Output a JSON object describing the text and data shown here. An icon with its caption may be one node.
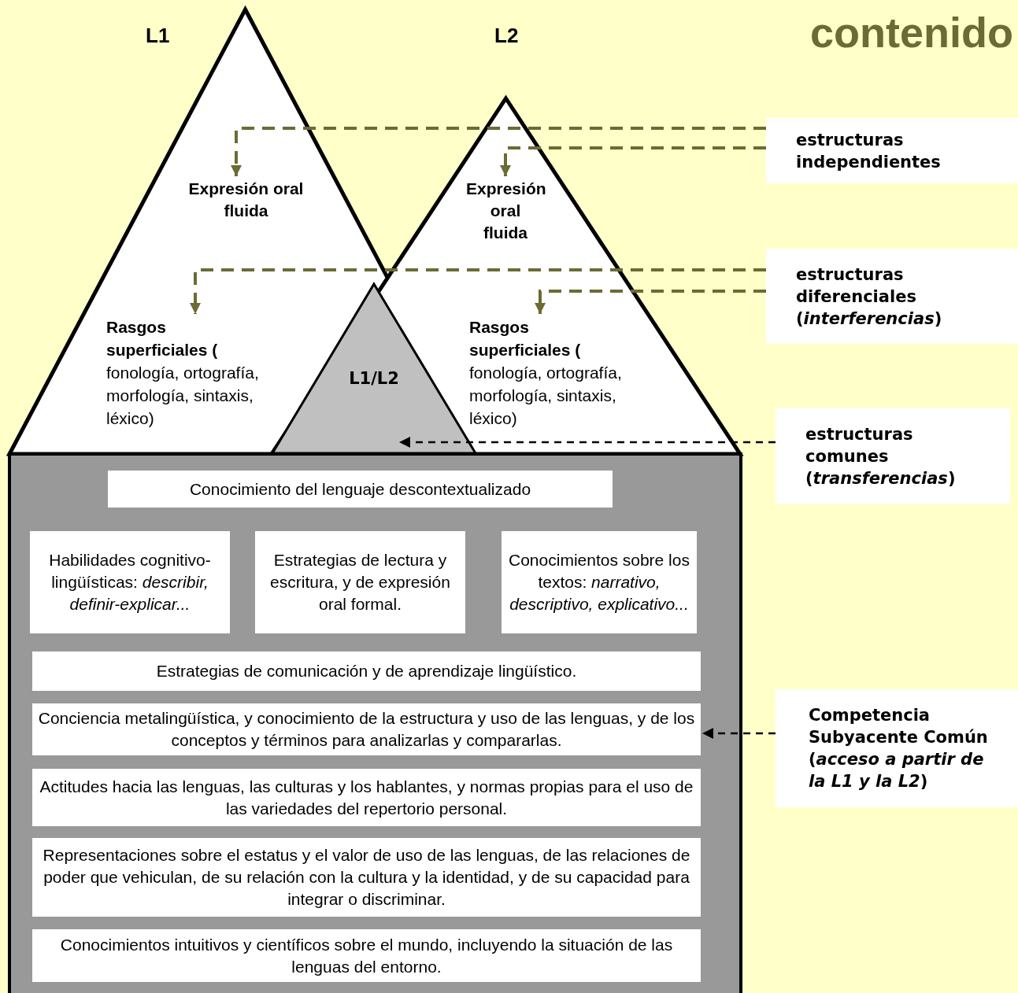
{
  "diagram": {
    "title": "contenido",
    "nodes": [
      {
        "text": [
          "L1"
        ]
      },
      {
        "text": [
          "L2"
        ]
      },
      {
        "text": [
          "Expresión oral fluida"
        ],
        "in": 0
      },
      {
        "text": [
          "Rasgos superficiales (",
          "fonología, ortografía, morfología, sintaxis, léxico)"
        ],
        "in": 0
      },
      {
        "text": [
          "Expresión oral fluida"
        ],
        "in": 1
      },
      {
        "text": [
          "Rasgos superficiales (",
          "fonología, ortografía, morfología, sintaxis, léxico)"
        ],
        "in": 1
      },
      {
        "text": [
          "L1/L2"
        ]
      },
      {
        "text": [],
        "shape": "box"
      },
      {
        "text": [
          "Conocimiento del lenguaje descontextualizado"
        ],
        "in": 7
      },
      {
        "text": [
          "Habilidades cognitivo-lingüísticas: *describir, definir-explicar...*"
        ],
        "in": 7
      },
      {
        "text": [
          "Estrategias de lectura y escritura, y de expresión oral formal."
        ],
        "in": 7
      },
      {
        "text": [
          "Conocimientos sobre los textos: *narrativo, descriptivo, explicativo...*"
        ],
        "in": 7
      },
      {
        "text": [
          "Estrategias de comunicación y de aprendizaje lingüístico."
        ],
        "in": 7
      },
      {
        "text": [
          "Conciencia metalingüística, y conocimiento de la estructura y uso de las lenguas, y de los conceptos y términos para analizarlas y compararlas."
        ],
        "in": 7
      },
      {
        "text": [
          "Actitudes hacia las lenguas, las culturas y los hablantes, y normas propias para el uso de las variedades del repertorio personal."
        ],
        "in": 7
      },
      {
        "text": [
          "Representaciones sobre el estatus y el valor de uso de las lenguas, de las relaciones de poder que vehiculan, de su relación con la cultura y la identidad, y de su capacidad para integrar o discriminar."
        ],
        "in": 7
      },
      {
        "text": [
          "Conocimientos intuitivos y científicos sobre el mundo, incluyendo la situación de las lenguas del entorno."
        ],
        "in": 7
      },
      {
        "text": [
          "estructuras independientes"
        ]
      },
      {
        "text": [
          "estructuras diferenciales (*interferencias*)"
        ]
      },
      {
        "text": [
          "estructuras comunes (*transferencias*)"
        ]
      },
      {
        "text": [
          "Competencia Subyacente Común (*acceso a partir de la L1 y la L2*)"
        ]
      }
    ],
    "edges": [
      {
        "from": 17,
        "to": 2,
        "arrow": "to",
        "style": "dashed"
      },
      {
        "from": 17,
        "to": 4,
        "arrow": "to",
        "style": "dashed"
      },
      {
        "from": 18,
        "to": 3,
        "arrow": "to",
        "style": "dashed"
      },
      {
        "from": 18,
        "to": 5,
        "arrow": "to",
        "style": "dashed"
      },
      {
        "from": 19,
        "to": 6,
        "arrow": "to",
        "style": "dashed",
        "color": "#000000"
      },
      {
        "from": 20,
        "to": 13,
        "arrow": "to",
        "style": "dashed",
        "color": "#000000"
      }
    ]
  }
}
